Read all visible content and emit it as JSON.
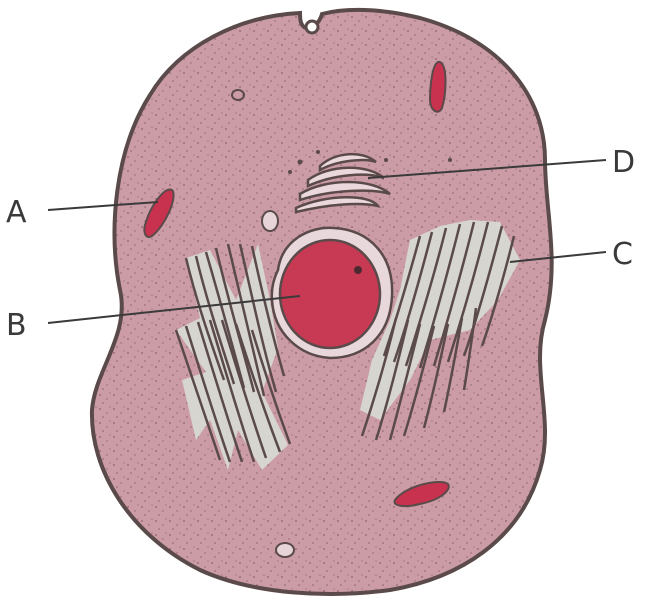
{
  "diagram": {
    "labels": {
      "A": "A",
      "B": "B",
      "C": "C",
      "D": "D"
    },
    "colors": {
      "cytoplasm": "#cc9ca6",
      "outline": "#5a4a4a",
      "organelle_red": "#c8324e",
      "nucleus": "#c83a54",
      "er_lumen": "#d8dcd4",
      "label": "#3a3a3a"
    },
    "parts": [
      "cell-membrane",
      "cytoplasm",
      "nucleus",
      "nuclear-envelope",
      "rough-endoplasmic-reticulum",
      "golgi-apparatus",
      "mitochondrion",
      "vacuole"
    ]
  }
}
